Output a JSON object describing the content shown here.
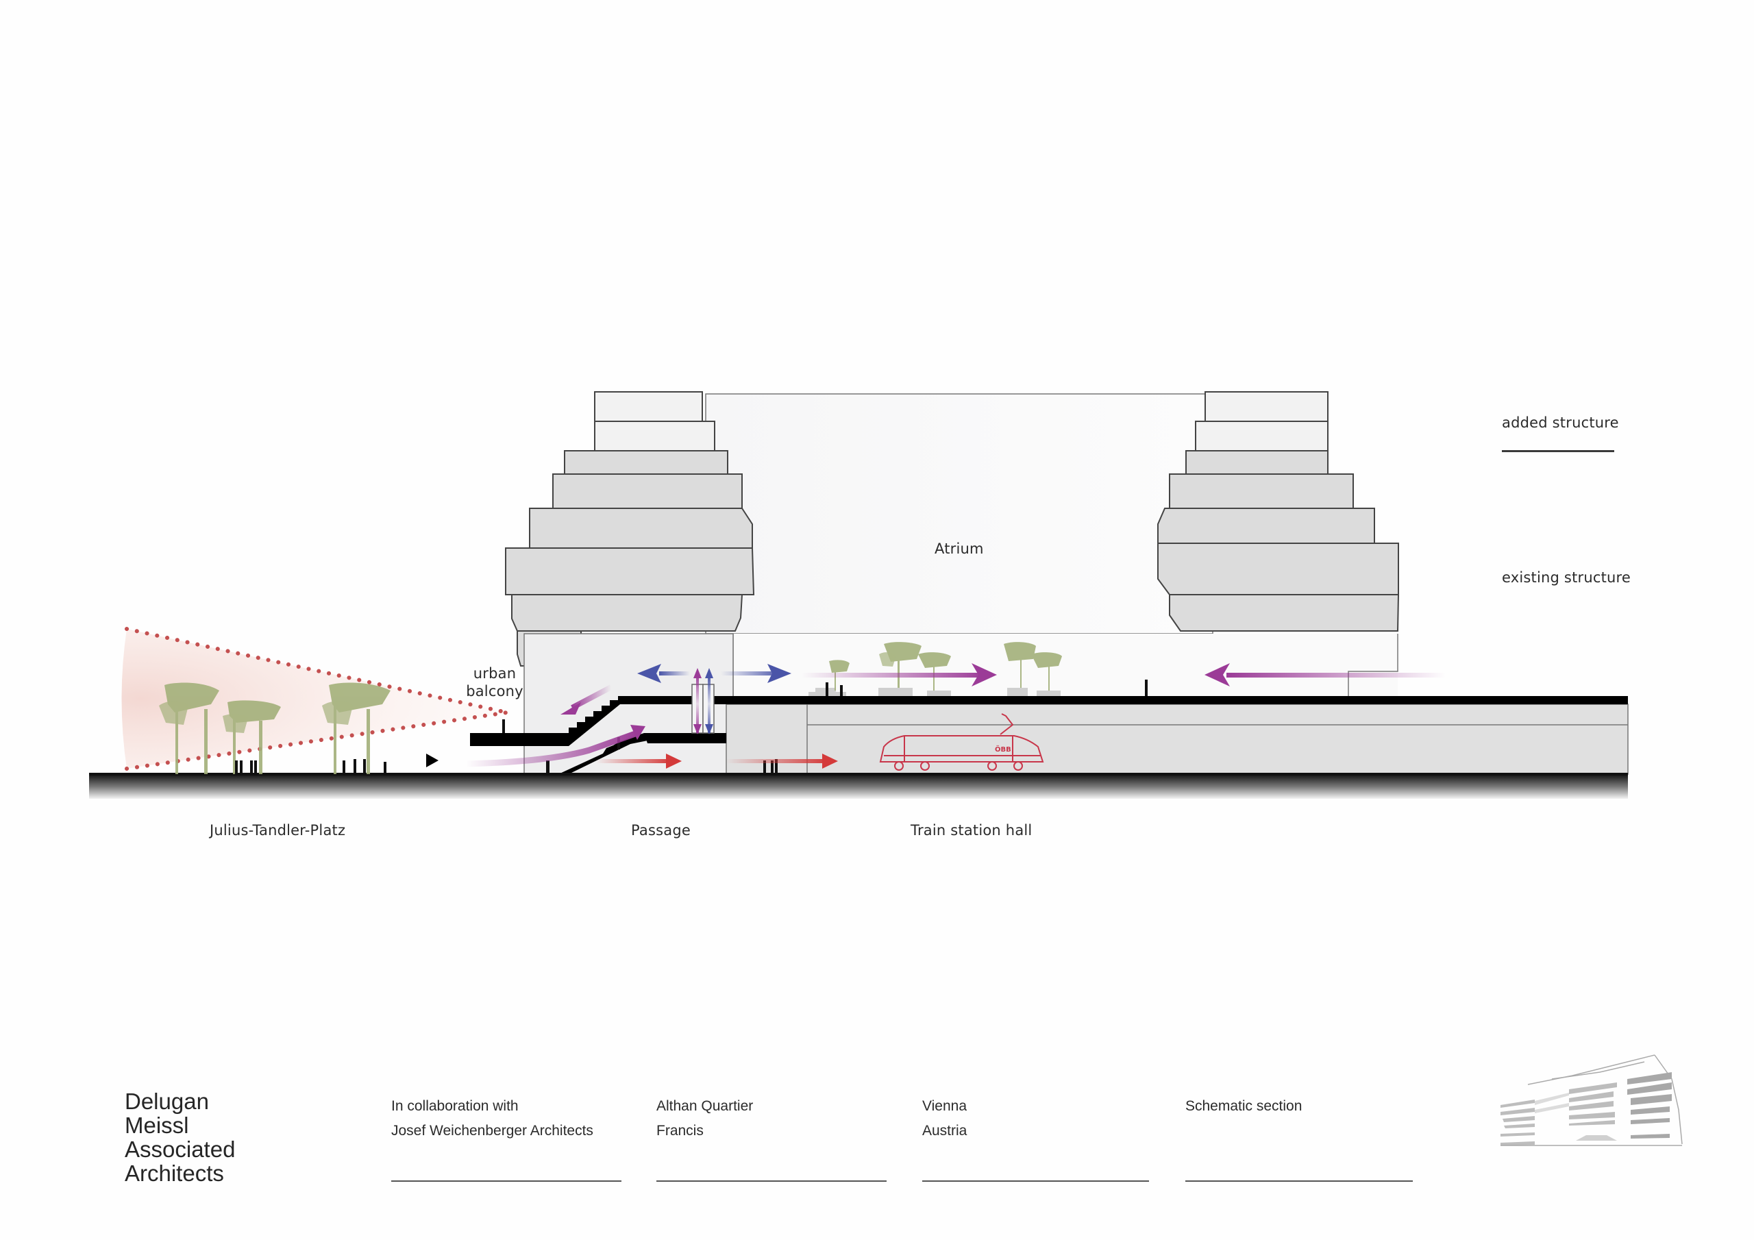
{
  "diagram": {
    "type": "schematic architectural section",
    "zone_labels": {
      "atrium": "Atrium",
      "urban_balcony_line1": "urban",
      "urban_balcony_line2": "balcony",
      "julius_tandler_platz": "Julius-Tandler-Platz",
      "passage": "Passage",
      "train_station_hall": "Train station hall"
    },
    "legend": {
      "added_structure": "added structure",
      "existing_structure": "existing structure"
    },
    "train_logo": "ÖBB",
    "colors": {
      "added_structure_fill": "#dcdcdc",
      "added_structure_top_fill": "#f2f2f2",
      "existing_structure_fill": "#e2e2e2",
      "slab": "#000000",
      "arrow_purple": "#9b3b97",
      "arrow_blue": "#4a55a8",
      "arrow_red": "#d43a3a",
      "view_cone_dots": "#c45050",
      "trees": "#9aaa6e",
      "train": "#c8364a"
    }
  },
  "footer": {
    "firm": [
      "Delugan",
      "Meissl",
      "Associated",
      "Architects"
    ],
    "collaboration": {
      "line1": "In collaboration with",
      "line2": "Josef Weichenberger Architects"
    },
    "project": {
      "line1": "Althan Quartier",
      "line2": "Francis"
    },
    "location": {
      "line1": "Vienna",
      "line2": "Austria"
    },
    "drawing": {
      "line1": "Schematic section"
    }
  }
}
